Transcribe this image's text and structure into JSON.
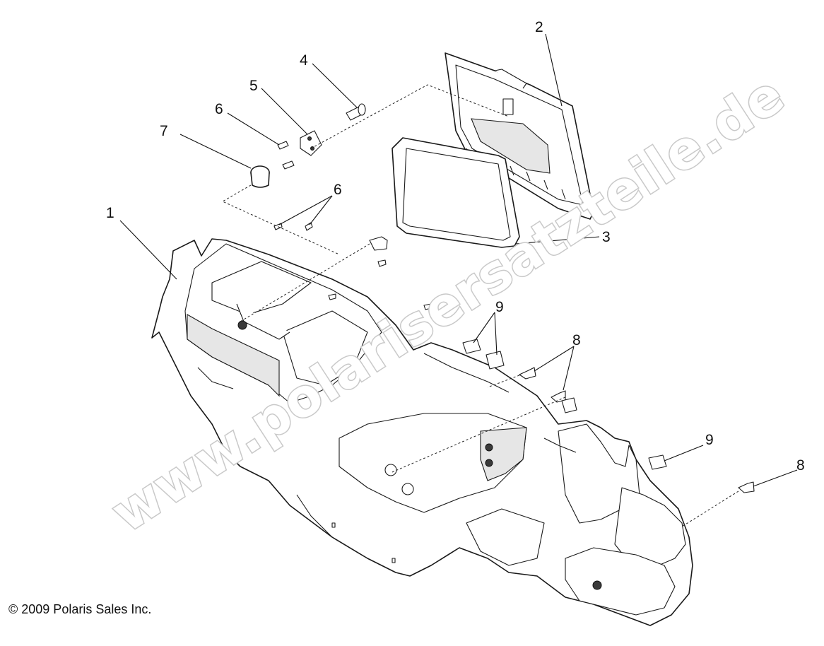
{
  "callouts": [
    {
      "id": "1",
      "text": "1"
    },
    {
      "id": "2",
      "text": "2"
    },
    {
      "id": "3",
      "text": "3"
    },
    {
      "id": "4",
      "text": "4"
    },
    {
      "id": "5",
      "text": "5"
    },
    {
      "id": "6a",
      "text": "6"
    },
    {
      "id": "6b",
      "text": "6"
    },
    {
      "id": "7",
      "text": "7"
    },
    {
      "id": "8a",
      "text": "8"
    },
    {
      "id": "8b",
      "text": "8"
    },
    {
      "id": "9a",
      "text": "9"
    },
    {
      "id": "9b",
      "text": "9"
    }
  ],
  "watermark": "www.polarisersatzteile.de",
  "copyright": "© 2009 Polaris Sales Inc."
}
